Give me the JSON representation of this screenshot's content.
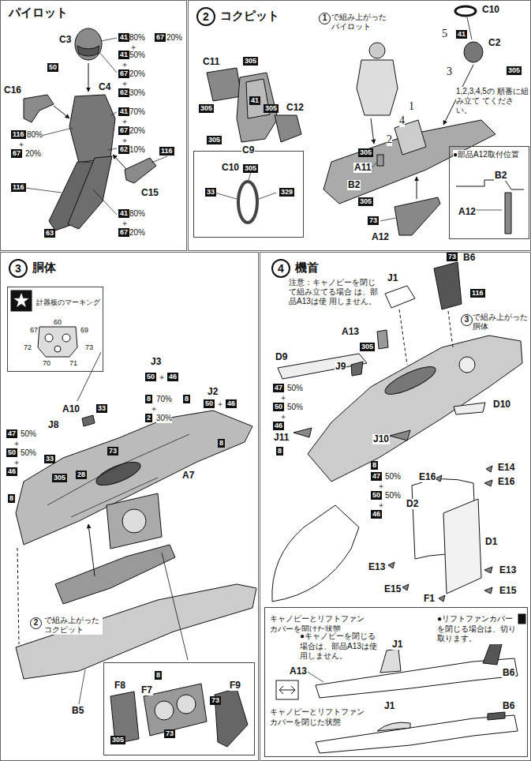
{
  "diagram": {
    "nodes": [
      {
        "text": [
          "パイロット"
        ]
      },
      {
        "text": [
          "2",
          "コクピット"
        ]
      },
      {
        "text": [
          "C10",
          "305",
          "33",
          "329"
        ],
        "in": 1
      },
      {
        "text": [
          "●部品A12取付位置",
          "B2",
          "A12"
        ],
        "in": 1
      },
      {
        "text": [
          "3",
          "胴体"
        ]
      },
      {
        "text": [
          "計器板のマーキング",
          "60",
          "67",
          "69",
          "72",
          "73",
          "70",
          "71"
        ],
        "in": 4
      },
      {
        "text": [
          "F8",
          "F7",
          "8",
          "F9",
          "73",
          "73",
          "305"
        ],
        "in": 4
      },
      {
        "text": [
          "4",
          "機首"
        ]
      },
      {
        "text": [
          "キャノピーとリフトファン カバーを開けた状態",
          "●キャノピーを閉じる 場合は、部品A13は使 用しません。",
          "●リフトファンカバー を閉じる場合は、切り 取ります。",
          "J1",
          "A13",
          "B6",
          "キャノピーとリフトファン カバーを閉じた状態",
          "J1",
          "B6"
        ],
        "in": 7
      }
    ],
    "labels": [
      "C3",
      "41",
      "80%＋",
      "67",
      "20%",
      "50",
      "41",
      "50%",
      "＋",
      "67",
      "20%",
      "＋",
      "62",
      "30%",
      "C16",
      "C4",
      "41",
      "70%",
      "＋",
      "67",
      "20%",
      "＋",
      "62",
      "10%",
      "116",
      "80%",
      "＋",
      "67",
      "20%",
      "116",
      "116",
      "C15",
      "63",
      "41",
      "80%",
      "＋",
      "67",
      "20%",
      "C11",
      "305",
      "41",
      "305",
      "305",
      "C12",
      "305",
      "C9",
      "1",
      "で組み上がった パイロット",
      "4",
      "C10",
      "5",
      "41",
      "C2",
      "305",
      "3",
      "1,2,3,4,5の 順番に組み立て てください。",
      "305",
      "A11",
      "1",
      "2",
      "B2",
      "305",
      "73",
      "A12",
      "A10",
      "33",
      "J8",
      "47",
      "50%",
      "＋",
      "50",
      "50%",
      "＋",
      "46",
      "33",
      "305",
      "28",
      "73",
      "8",
      "J3",
      "50",
      "＋",
      "46",
      "8",
      "70%",
      "＋",
      "2",
      "30%",
      "8",
      "A7",
      "J2",
      "50",
      "＋",
      "46",
      "8",
      "2",
      "で組み上がった コクピット",
      "B5",
      "注意：キャノピーを閉じ て組み立てる場合 は、部品A13は使 用しません。",
      "J1",
      "73",
      "B6",
      "116",
      "3",
      "で組み上がった 胴体",
      "D9",
      "A13",
      "305",
      "J9",
      "47",
      "50%",
      "＋",
      "50",
      "50%",
      "＋",
      "46",
      "J11",
      "8",
      "D10",
      "J10",
      "8",
      "47",
      "50%",
      "＋",
      "50",
      "50%",
      "＋",
      "46",
      "E14",
      "E16",
      "E16",
      "D2",
      "D1",
      "E13",
      "E13",
      "E15",
      "E15",
      "F1"
    ]
  }
}
